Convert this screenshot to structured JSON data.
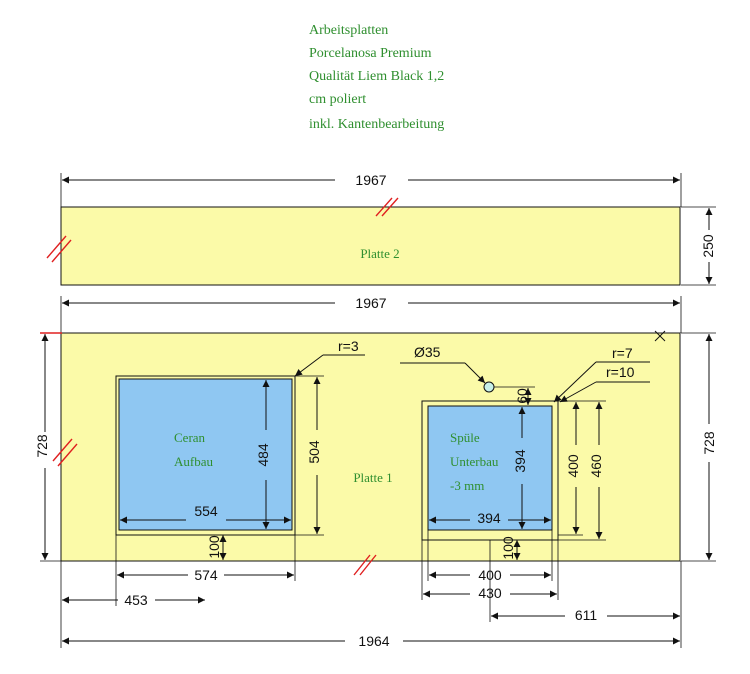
{
  "header": {
    "lines": [
      "Arbeitsplatten",
      "Porcelanosa Premium",
      "Qualität Liem Black 1,2",
      "cm poliert",
      "inkl. Kantenbearbeitung"
    ]
  },
  "colors": {
    "slab": "#fbfaa8",
    "cutout": "#8fc7f2",
    "label": "#2f8f2f",
    "break_mark": "#e02020",
    "line": "#111111"
  },
  "plate2": {
    "label": "Platte 2",
    "width_dim": "1967",
    "depth_dim": "250"
  },
  "plate1": {
    "label": "Platte 1",
    "width_dim": "1967",
    "depth_left": "728",
    "depth_right": "728",
    "total_bottom": "1964"
  },
  "cooktop": {
    "label_line1": "Ceran",
    "label_line2": "Aufbau",
    "radius": "r=3",
    "inner_width": "554",
    "inner_depth": "484",
    "outer_depth": "504",
    "outer_width": "574",
    "offset_front": "100",
    "offset_left": "453"
  },
  "sink": {
    "label_line1": "Spüle",
    "label_line2": "Unterbau",
    "label_line3": "-3 mm",
    "tap_hole": "Ø35",
    "radius_inner": "r=7",
    "radius_outer": "r=10",
    "tap_offset": "60",
    "inner_depth": "394",
    "inner_width": "394",
    "depth_400": "400",
    "depth_460": "460",
    "width_400": "400",
    "width_430": "430",
    "offset_front": "100",
    "offset_right": "611"
  }
}
